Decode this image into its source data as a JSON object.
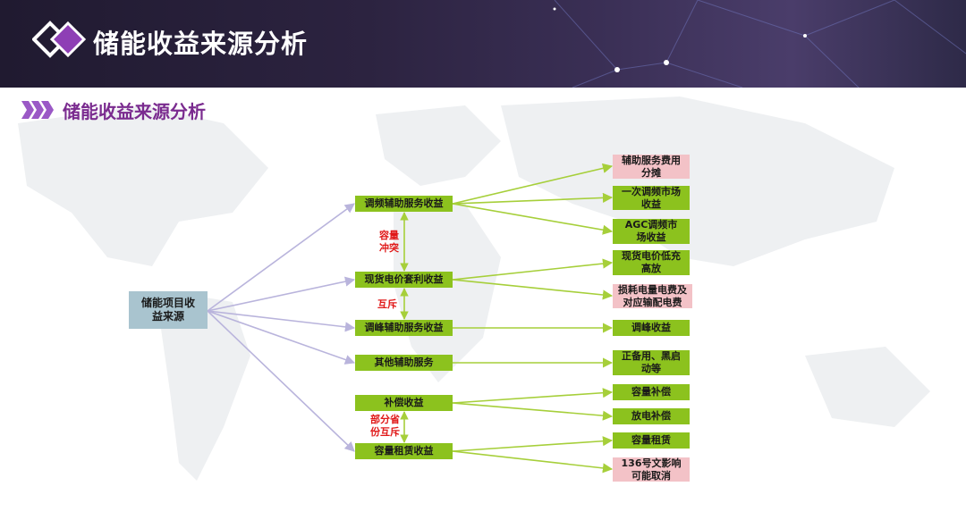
{
  "header": {
    "title": "储能收益来源分析"
  },
  "section": {
    "subtitle": "储能收益来源分析"
  },
  "diagram": {
    "root": "储能项目收益来源",
    "middle": {
      "m1": "调频辅助服务收益",
      "m2": "现货电价套利收益",
      "m3": "调峰辅助服务收益",
      "m4": "其他辅助服务",
      "m5": "补偿收益",
      "m6": "容量租赁收益"
    },
    "right": {
      "r1": "辅助服务费用分摊",
      "r2": "一次调频市场收益",
      "r3": "AGC调频市场收益",
      "r4": "现货电价低充高放",
      "r5": "损耗电量电费及对应输配电费",
      "r6": "调峰收益",
      "r7": "正备用、黑启动等",
      "r8": "容量补偿",
      "r9": "放电补偿",
      "r10": "容量租赁",
      "r11": "136号文影响可能取消"
    },
    "conflicts": {
      "c1": "容量冲突",
      "c2": "互斥",
      "c3": "部分省份互斥"
    },
    "colors": {
      "green": "#8cc21e",
      "pink": "#f3c2c7",
      "root": "#a9c4cf",
      "left_arrow": "#b9b4dc",
      "right_arrow": "#a6cf3a",
      "conflict_text": "#e01818",
      "title_purple": "#7a2b8f"
    }
  }
}
